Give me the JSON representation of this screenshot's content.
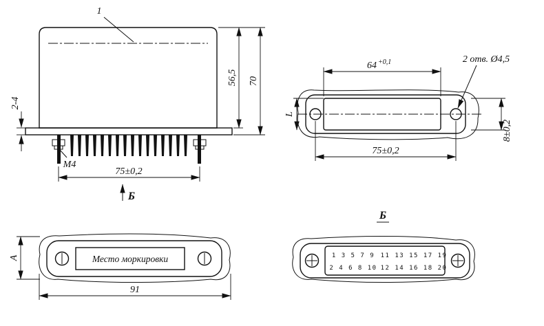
{
  "drawing": {
    "callout_1": "1",
    "view_front": {
      "dim_height_body": "56,5",
      "dim_height_total": "70",
      "dim_pins": "2-4",
      "thread_label": "М4",
      "dim_pitch": "75±0,2",
      "section_arrow_label": "Б"
    },
    "view_flange": {
      "dim_64": "64",
      "dim_64_tol": "+0,1",
      "holes_note": "2 отв. Ø4,5",
      "dim_75": "75±0,2",
      "dim_8": "8±0,2",
      "dim_l": "L"
    },
    "view_marking": {
      "dim_a": "А",
      "marking_text": "Место моркировки",
      "dim_91": "91"
    },
    "view_b": {
      "title": "Б",
      "pins_row1_left": "1 3 5 7 9",
      "pins_row1_right": "11 13 15 17 19",
      "pins_row2_left": "2 4 6 8 10",
      "pins_row2_right": "12 14 16 18 20"
    }
  },
  "colors": {
    "line": "#111111",
    "background": "#ffffff"
  }
}
